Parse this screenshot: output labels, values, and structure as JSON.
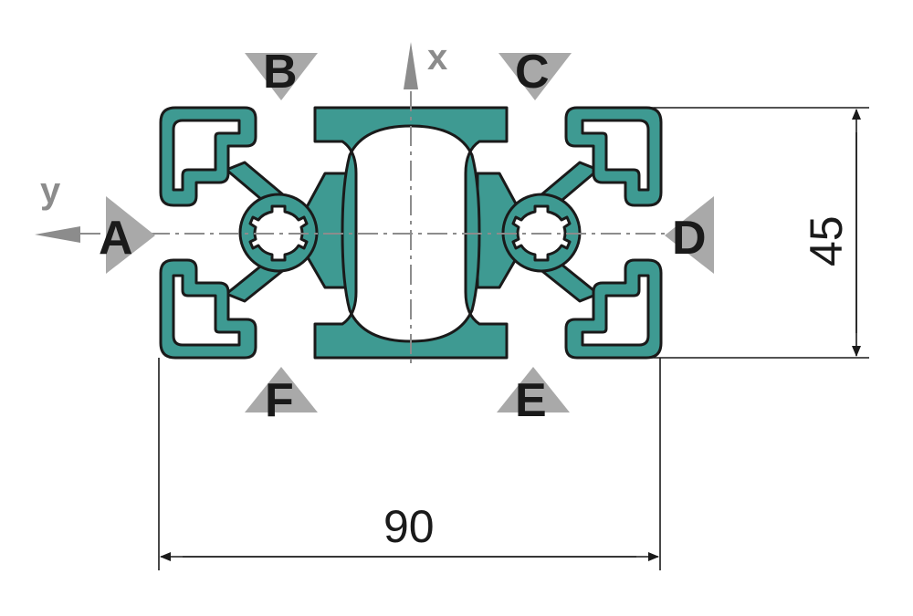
{
  "diagram": {
    "axes": {
      "x": "x",
      "y": "y"
    },
    "markers": [
      {
        "id": "A",
        "label": "A",
        "direction": "right"
      },
      {
        "id": "B",
        "label": "B",
        "direction": "down"
      },
      {
        "id": "C",
        "label": "C",
        "direction": "down"
      },
      {
        "id": "D",
        "label": "D",
        "direction": "left"
      },
      {
        "id": "E",
        "label": "E",
        "direction": "up"
      },
      {
        "id": "F",
        "label": "F",
        "direction": "up"
      }
    ],
    "dimensions": {
      "width": "90",
      "height": "45"
    },
    "colors": {
      "profile_fill": "#3e9a92",
      "profile_stroke": "#1a1a1a",
      "marker_fill": "#a9a9a9",
      "axis_color": "#8c8c8c",
      "dimension_color": "#1a1a1a"
    }
  }
}
